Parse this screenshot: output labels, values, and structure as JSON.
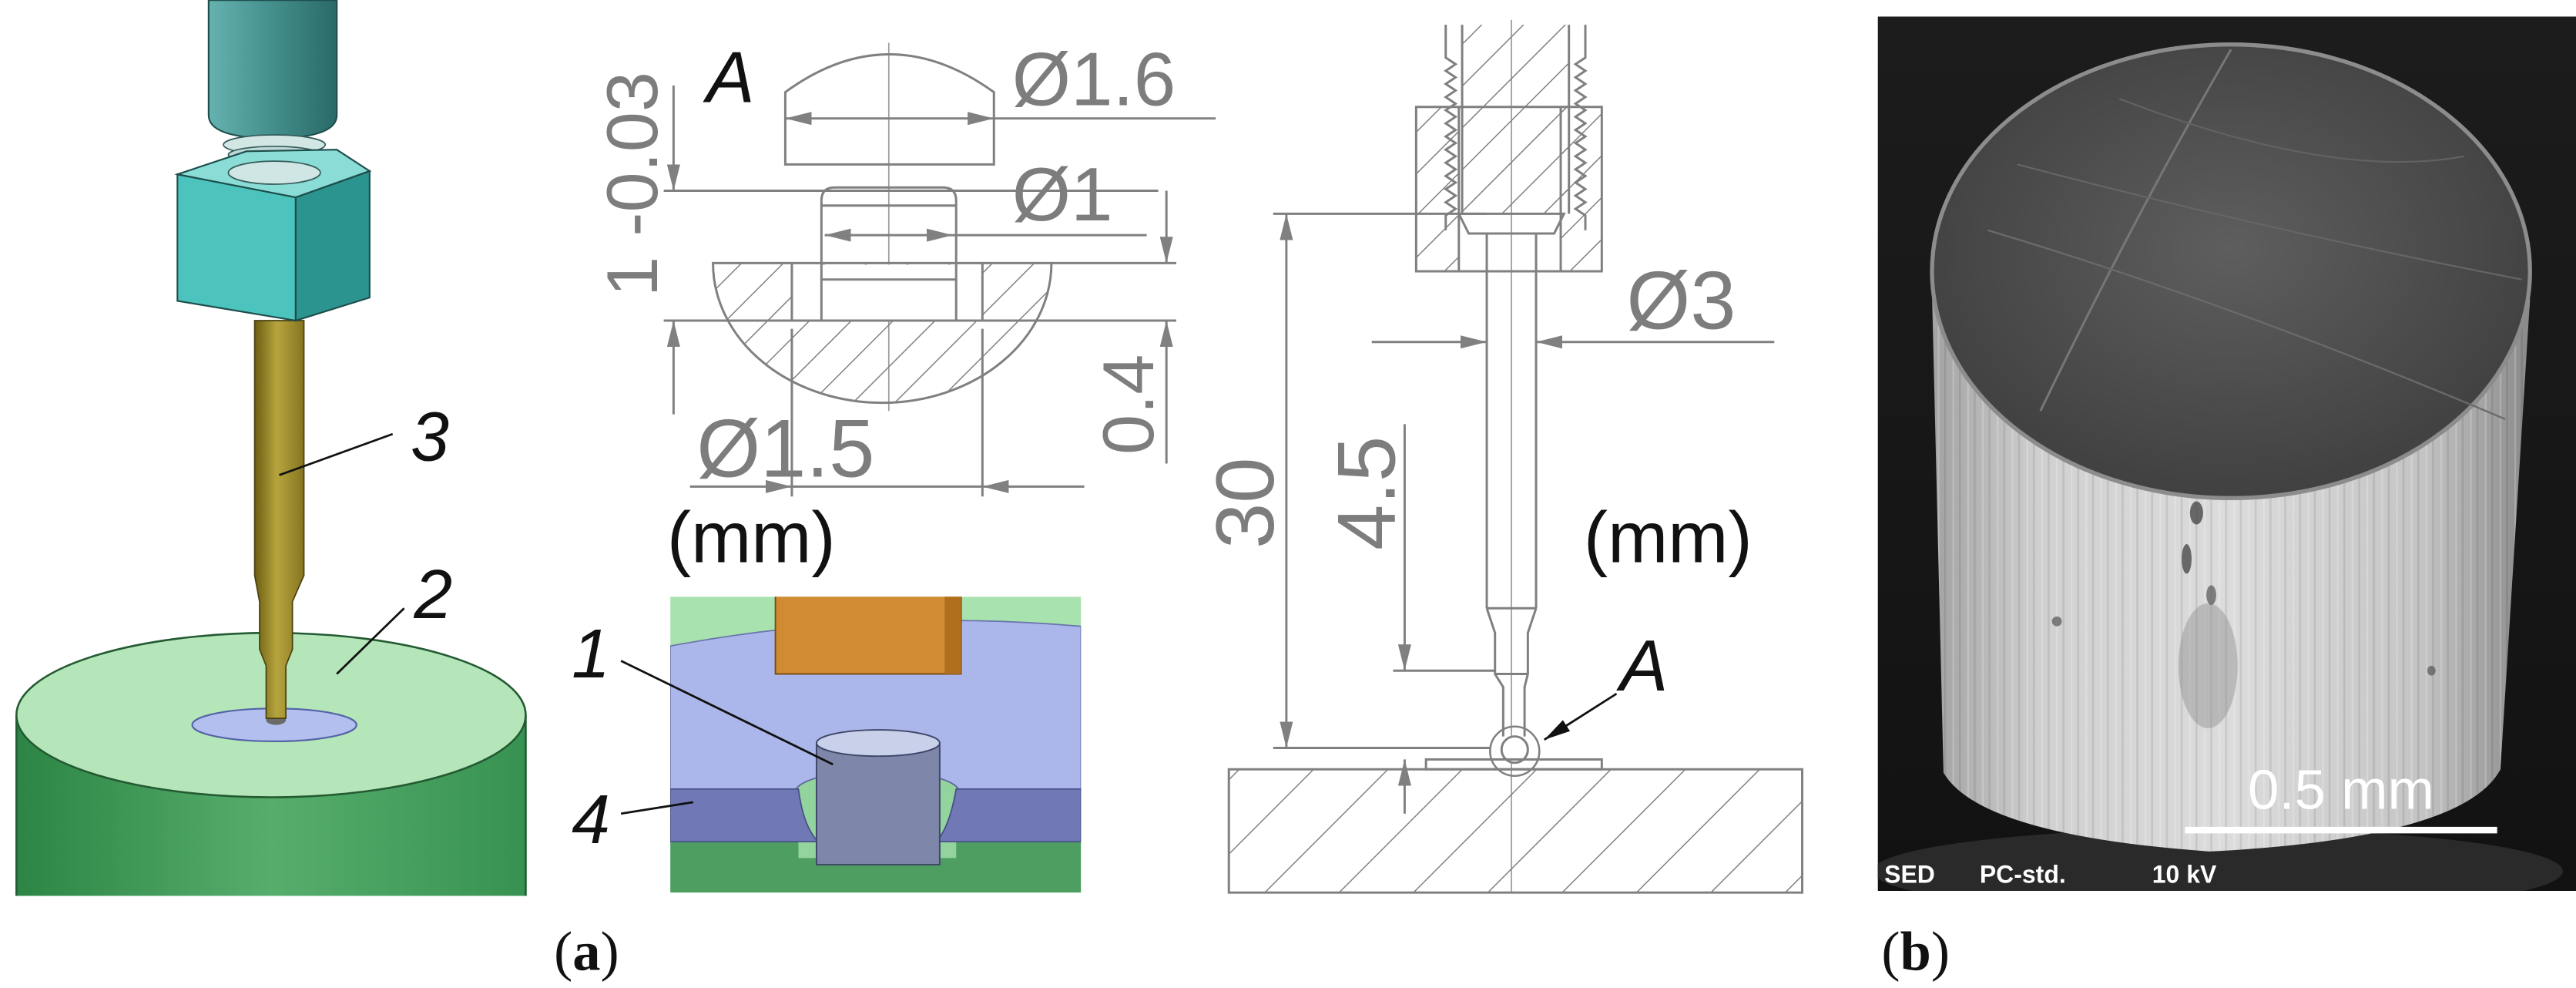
{
  "panel_a": {
    "render_3d": {
      "part_label_3": "3",
      "part_label_2": "2"
    },
    "tip_detail_drawing": {
      "detail_label": "A",
      "cap_diameter": "Ø1.6",
      "pin_diameter": "Ø1",
      "pin_height": "1 -0.03",
      "slot_depth": "0.4",
      "slot_diameter": "Ø1.5",
      "unit": "(mm)"
    },
    "inset_3d": {
      "part_label_1": "1",
      "part_label_4": "4"
    },
    "side_view_drawing": {
      "shaft_diameter": "Ø3",
      "total_length": "30",
      "tip_length": "4.5",
      "unit": "(mm)",
      "detail_label": "A"
    },
    "caption": {
      "open": "(",
      "letter": "a",
      "close": ")"
    }
  },
  "panel_b": {
    "scale_bar_label": "0.5 mm",
    "info_bar": {
      "detector": "SED",
      "mode": "PC-std.",
      "voltage": "10 kV"
    },
    "caption": {
      "open": "(",
      "letter": "b",
      "close": ")"
    }
  }
}
